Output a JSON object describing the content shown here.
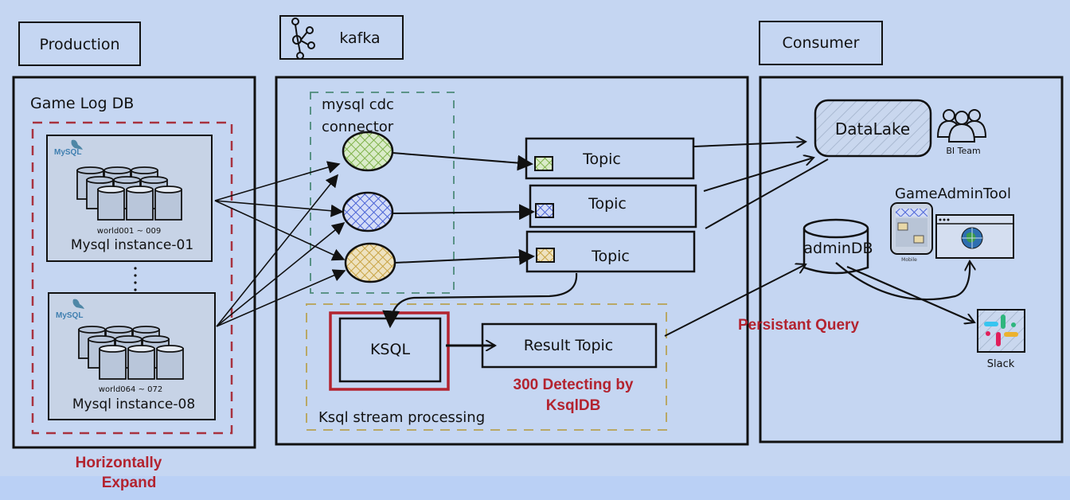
{
  "sections": {
    "production": {
      "title": "Production",
      "db_title": "Game Log DB",
      "note": [
        "Horizontally",
        "Expand"
      ]
    },
    "kafka": {
      "title": "kafka",
      "connector_title": [
        "mysql cdc",
        "connector"
      ],
      "stream_title": "Ksql stream processing"
    },
    "consumer": {
      "title": "Consumer"
    }
  },
  "mysql_instances": [
    {
      "logo": "MySQL",
      "range": "world001 ~ 009",
      "name": "Mysql instance-01"
    },
    {
      "logo": "MySQL",
      "range": "world064 ~ 072",
      "name": "Mysql instance-08"
    }
  ],
  "connectors": [
    {
      "color": "#7fb24a"
    },
    {
      "color": "#4a63d6"
    },
    {
      "color": "#c9a444"
    }
  ],
  "topics": [
    {
      "label": "Topic",
      "color": "#7fb24a"
    },
    {
      "label": "Topic",
      "color": "#4a63d6"
    },
    {
      "label": "Topic",
      "color": "#c9a444"
    }
  ],
  "ksql": {
    "label": "KSQL",
    "result_topic": "Result Topic",
    "note": [
      "300 Detecting by",
      "KsqlDB"
    ]
  },
  "persistent_query": "Persistant Query",
  "consumers": {
    "datalake": "DataLake",
    "bi_team": "BI Team",
    "game_admin_tool": "GameAdminTool",
    "mobile_label": "Mobile",
    "admin_db": "adminDB",
    "slack": "Slack"
  },
  "colors": {
    "accent_red": "#b3232f",
    "connector_border": "#4d8a7a",
    "stream_border": "#b9a866",
    "db_dash": "#a8323f"
  }
}
